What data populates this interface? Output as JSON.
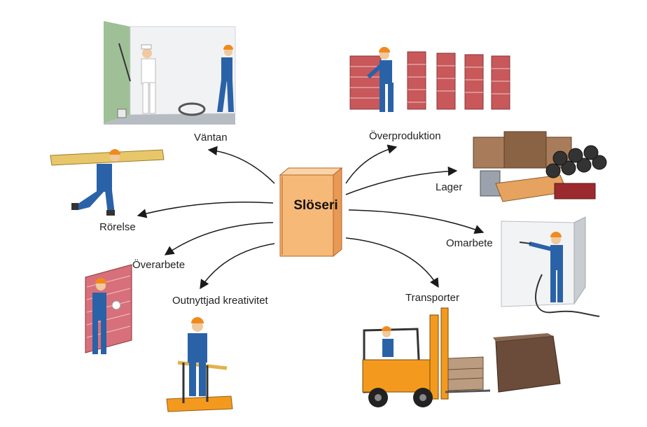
{
  "center": {
    "label": "Slöseri",
    "color": "#f7b977"
  },
  "wastes": [
    {
      "id": "vantan",
      "label": "Väntan",
      "icon": "painter-waiting-worker-illustration"
    },
    {
      "id": "overproduktion",
      "label": "Överproduktion",
      "icon": "bricklayer-with-brick-walls-illustration"
    },
    {
      "id": "lager",
      "label": "Lager",
      "icon": "stacked-materials-illustration"
    },
    {
      "id": "rorelse",
      "label": "Rörelse",
      "icon": "worker-carrying-plank-illustration"
    },
    {
      "id": "omarbete",
      "label": "Omarbete",
      "icon": "worker-spraying-wall-illustration"
    },
    {
      "id": "overarbete",
      "label": "Överarbete",
      "icon": "worker-polishing-brick-wall-illustration"
    },
    {
      "id": "outnyttjad",
      "label": "Outnyttjad kreativitet",
      "icon": "worker-with-handcart-illustration"
    },
    {
      "id": "transporter",
      "label": "Transporter",
      "icon": "forklift-with-crates-illustration"
    }
  ],
  "colors": {
    "worker_blue": "#2a62a8",
    "helmet_orange": "#f08a1e",
    "brick_red": "#c8585a",
    "forklift_orange": "#f39a1e"
  }
}
